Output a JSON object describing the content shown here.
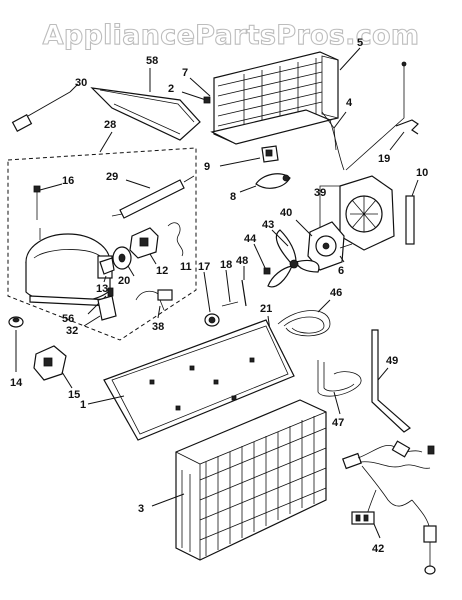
{
  "watermark": "AppliancePartsPros.com",
  "callouts": {
    "c1": "1",
    "c2": "2",
    "c3": "3",
    "c4": "4",
    "c5": "5",
    "c6": "6",
    "c7": "7",
    "c8": "8",
    "c9": "9",
    "c10": "10",
    "c11": "11",
    "c12": "12",
    "c13": "13",
    "c14": "14",
    "c15": "15",
    "c16": "16",
    "c17": "17",
    "c18": "18",
    "c19": "19",
    "c20": "20",
    "c21": "21",
    "c28": "28",
    "c29": "29",
    "c30": "30",
    "c32": "32",
    "c38": "38",
    "c39": "39",
    "c40": "40",
    "c42": "42",
    "c43": "43",
    "c44": "44",
    "c46": "46",
    "c47": "47",
    "c48": "48",
    "c49": "49",
    "c56": "56",
    "c58": "58"
  }
}
